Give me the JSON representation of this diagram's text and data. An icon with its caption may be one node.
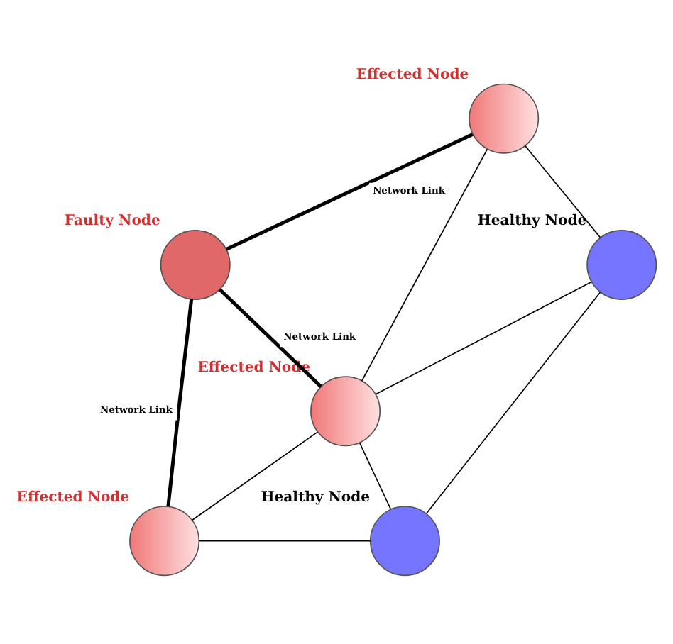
{
  "diagram": {
    "nodes": [
      {
        "text": [
          "Effected Node"
        ]
      },
      {
        "text": [
          "Faulty Node"
        ]
      },
      {
        "text": [
          "Effected Node"
        ]
      },
      {
        "text": [
          "Healthy Node"
        ]
      },
      {
        "text": [
          "Effected Node"
        ]
      },
      {
        "text": [
          "Healthy Node"
        ]
      }
    ],
    "edges": [
      {
        "from": 1,
        "to": 0,
        "arrow": "none",
        "label": "Network Link",
        "style": "thick"
      },
      {
        "from": 1,
        "to": 2,
        "arrow": "none",
        "label": "Network Link",
        "style": "thick"
      },
      {
        "from": 1,
        "to": 4,
        "arrow": "none",
        "label": "Network Link",
        "style": "thick"
      },
      {
        "from": 0,
        "to": 2,
        "arrow": "none"
      },
      {
        "from": 0,
        "to": 3,
        "arrow": "none"
      },
      {
        "from": 2,
        "to": 3,
        "arrow": "none"
      },
      {
        "from": 2,
        "to": 4,
        "arrow": "none"
      },
      {
        "from": 2,
        "to": 5,
        "arrow": "none"
      },
      {
        "from": 4,
        "to": 5,
        "arrow": "none"
      },
      {
        "from": 3,
        "to": 5,
        "arrow": "none"
      }
    ]
  }
}
